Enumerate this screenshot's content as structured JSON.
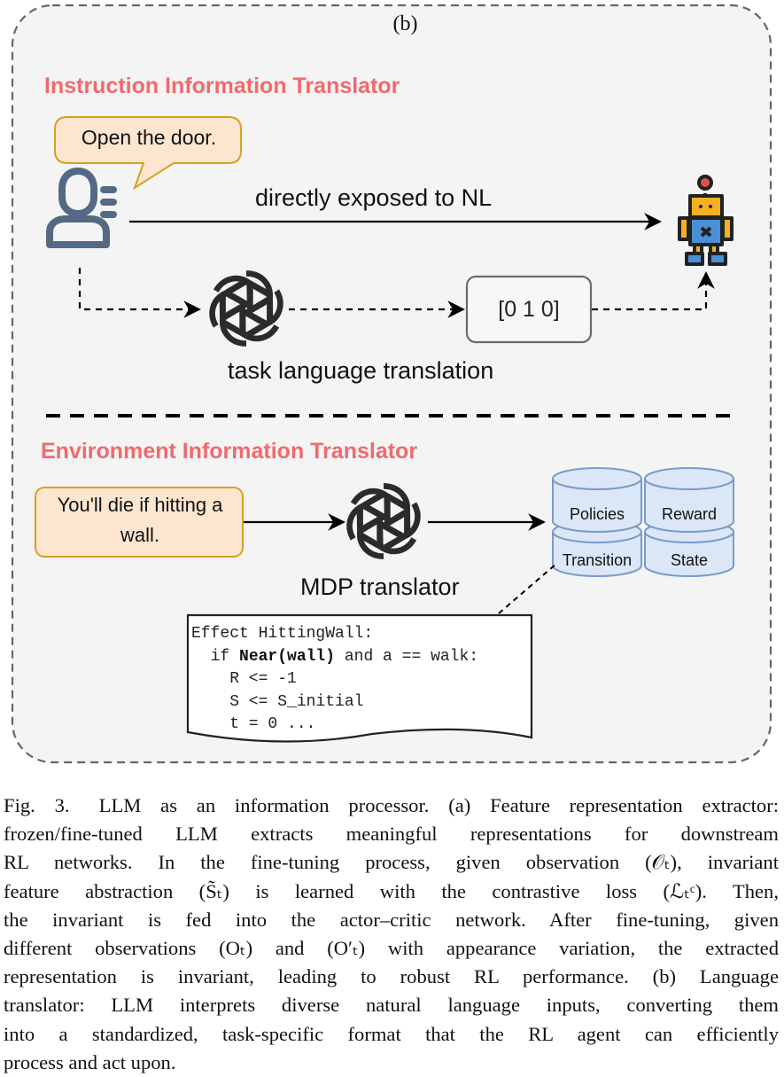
{
  "panel_label": "(b)",
  "instruction_section": {
    "title": "Instruction Information Translator",
    "speech_bubble": "Open the door.",
    "direct_path_label": "directly exposed to NL",
    "vector_output": "[0 1 0]",
    "translation_label": "task language translation",
    "icons": [
      "user-icon",
      "llm-logo-icon",
      "robot-agent-icon"
    ]
  },
  "environment_section": {
    "title": "Environment Information Translator",
    "input_text": "You'll die if hitting a wall.",
    "translator_label": "MDP translator",
    "databases": [
      "Policies",
      "Reward",
      "Transition",
      "State"
    ],
    "code": {
      "line1": "Effect HittingWall:",
      "line2_prefix": "  if ",
      "line2_bold": "Near(wall)",
      "line2_suffix": " and a == walk:",
      "line3": "    R <= -1",
      "line4": "    S <= S_initial",
      "line5": "    t = 0 ..."
    }
  },
  "colors": {
    "section_title": "#f06a6e",
    "panel_bg": "#f4f4f4",
    "bubble_fill": "#fde6cf",
    "bubble_stroke": "#d6a21e",
    "db_fill": "#dbe7f7",
    "db_stroke": "#7a9cc6",
    "user_icon": "#546a84",
    "robot_yellow": "#f5b021",
    "robot_blue": "#4a90d9",
    "robot_red": "#d9534f"
  },
  "caption": {
    "lines": [
      "Fig. 3.  LLM as an information processor. (a) Feature representation extractor:",
      "frozen/fine-tuned LLM extracts meaningful representations for downstream",
      "RL networks. In the fine-tuning process, given observation (𝒪ₜ), invariant",
      "feature abstraction (S̃ₜ) is learned with the contrastive loss (ℒₜᶜ). Then,",
      "the invariant is fed into the actor–critic network. After fine-tuning, given",
      "different observations (Oₜ) and (O′ₜ) with appearance variation, the extracted",
      "representation is invariant, leading to robust RL performance. (b) Language",
      "translator: LLM interprets diverse natural language inputs, converting them",
      "into a standardized, task-specific format that the RL agent can efficiently",
      "process and act upon."
    ]
  }
}
